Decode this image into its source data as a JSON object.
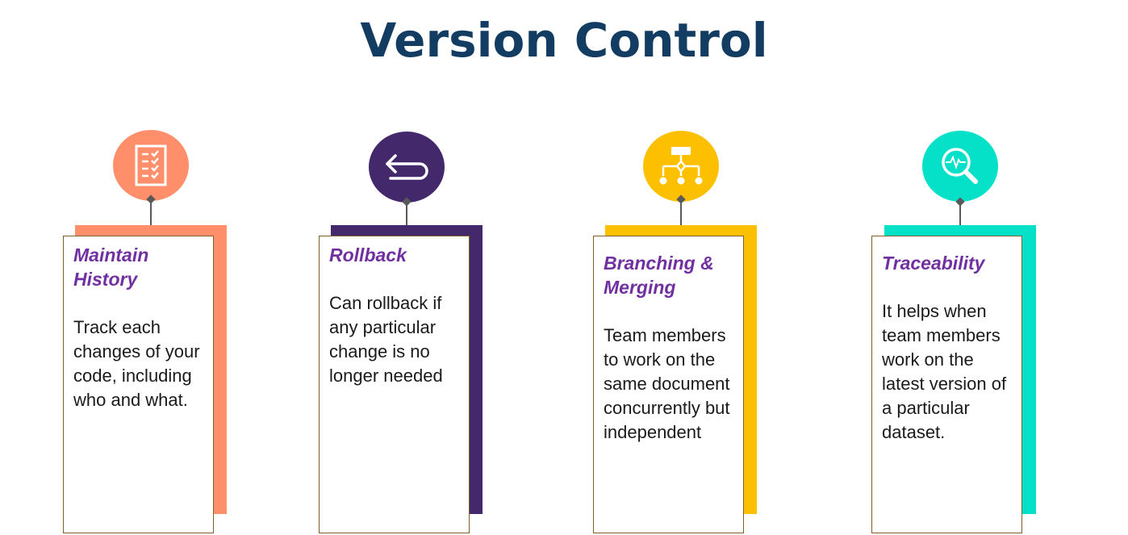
{
  "title": "Version Control",
  "cards": [
    {
      "icon": "checklist-icon",
      "color": "#ff8f6b",
      "heading": "Maintain History",
      "body": "Track each changes of your code, including who and what."
    },
    {
      "icon": "undo-arrow-icon",
      "color": "#43296b",
      "heading": "Rollback",
      "body": "Can rollback if any particular change is no longer needed"
    },
    {
      "icon": "hierarchy-icon",
      "color": "#fdc000",
      "heading": "Branching & Merging",
      "body": "Team members to work on the same document concurrently but independent"
    },
    {
      "icon": "magnifier-pulse-icon",
      "color": "#05e0c9",
      "heading": "Traceability",
      "body": "It helps when team members work on the latest version of a particular dataset."
    }
  ]
}
